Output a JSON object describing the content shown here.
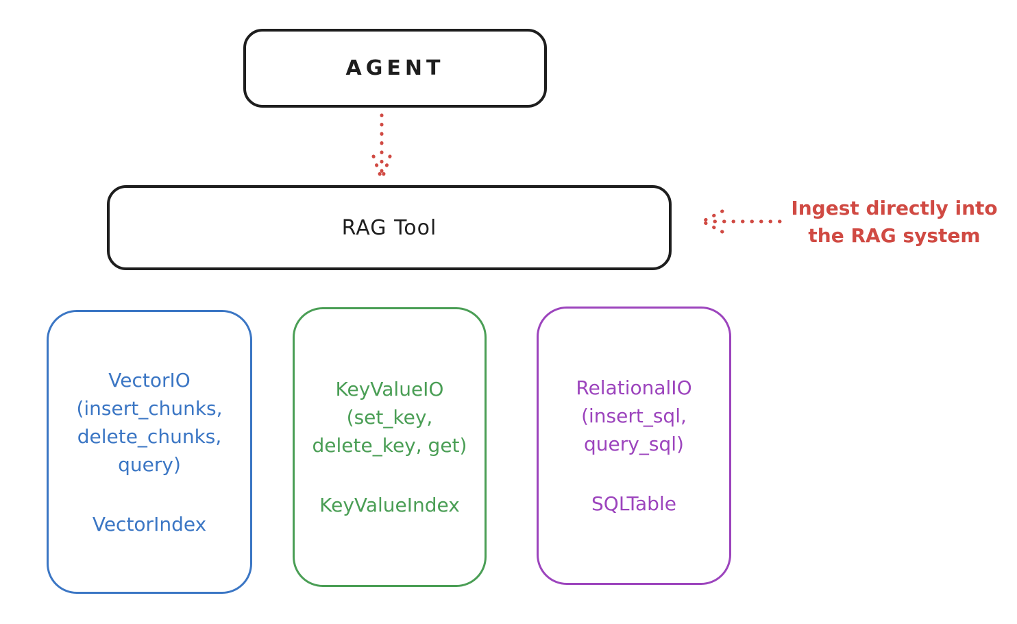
{
  "agent": {
    "label": "AGENT"
  },
  "rag_tool": {
    "label": "RAG Tool"
  },
  "annotation": {
    "line1": "Ingest directly into",
    "line2": "the RAG system"
  },
  "io_boxes": [
    {
      "name": "vector-io",
      "color": "#3b76c4",
      "lines": [
        "VectorIO",
        "(insert_chunks,",
        "delete_chunks,",
        "query)"
      ],
      "index_label": "VectorIndex"
    },
    {
      "name": "keyvalue-io",
      "color": "#4a9e55",
      "lines": [
        "KeyValueIO",
        "(set_key,",
        "delete_key, get)"
      ],
      "index_label": "KeyValueIndex"
    },
    {
      "name": "relational-io",
      "color": "#9c44bd",
      "lines": [
        "RelationalIO",
        "(insert_sql,",
        "query_sql)"
      ],
      "index_label": "SQLTable"
    }
  ],
  "colors": {
    "box_stroke": "#1e1e1e",
    "arrow_red": "#d04a43",
    "vector_blue": "#3b76c4",
    "keyvalue_green": "#4a9e55",
    "relational_purple": "#9c44bd"
  }
}
